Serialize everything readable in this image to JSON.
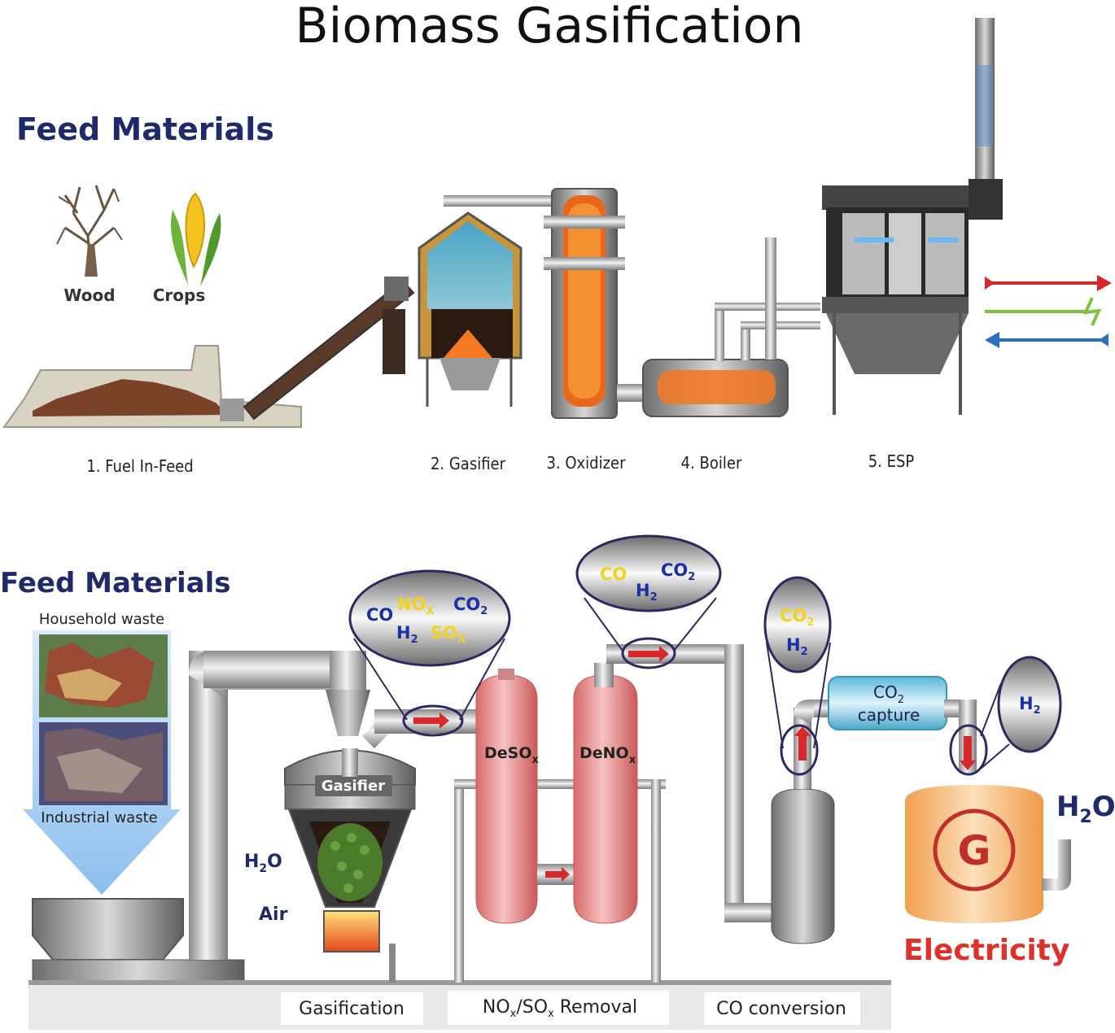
{
  "title": "Biomass Gasification",
  "top": {
    "heading": "Feed Materials",
    "feeds": [
      {
        "label": "Wood",
        "icon": "tree-icon"
      },
      {
        "label": "Crops",
        "icon": "corn-icon"
      }
    ],
    "stages": [
      "1. Fuel In-Feed",
      "2. Gasifier",
      "3. Oxidizer",
      "4. Boiler",
      "5. ESP"
    ]
  },
  "bottom": {
    "heading": "Feed Materials",
    "waste_top": "Household waste",
    "waste_bottom": "Industrial waste",
    "gasifier_label": "Gasifier",
    "inputs": {
      "h2o": "H",
      "h2o_sub": "2",
      "h2o_tail": "O",
      "air": "Air"
    },
    "bubble1": {
      "co": "CO",
      "nox": "NO",
      "nox_sub": "X",
      "co2": "CO",
      "co2_sub": "2",
      "h2": "H",
      "h2_sub": "2",
      "sox": "SO",
      "sox_sub": "X"
    },
    "bubble2": {
      "co": "CO",
      "co2": "CO",
      "co2_sub": "2",
      "h2": "H",
      "h2_sub": "2"
    },
    "bubble3": {
      "co2": "CO",
      "co2_sub": "2",
      "h2": "H",
      "h2_sub": "2"
    },
    "bubble4": {
      "h2": "H",
      "h2_sub": "2"
    },
    "desox": "DeSO",
    "desox_sub": "x",
    "denox": "DeNO",
    "denox_sub": "x",
    "co2_capture_1": "CO",
    "co2_capture_sub": "2",
    "co2_capture_2": "capture",
    "generator_letter": "G",
    "h2o_out": "H",
    "h2o_out_sub": "2",
    "h2o_out_tail": "O",
    "electricity": "Electricity",
    "process_labels": {
      "gasification": "Gasification",
      "removal_a": "NO",
      "removal_a_sub": "x",
      "removal_b": "/SO",
      "removal_b_sub": "x",
      "removal_c": " Removal",
      "co_conversion": "CO conversion"
    }
  },
  "colors": {
    "heading": "#1f2a6b",
    "hot_arrow": "#d8282a",
    "electric_green": "#7cc242",
    "cold_arrow": "#2a6fc0",
    "vessel_pink": "#e98a8a",
    "electricity": "#e0302a"
  }
}
